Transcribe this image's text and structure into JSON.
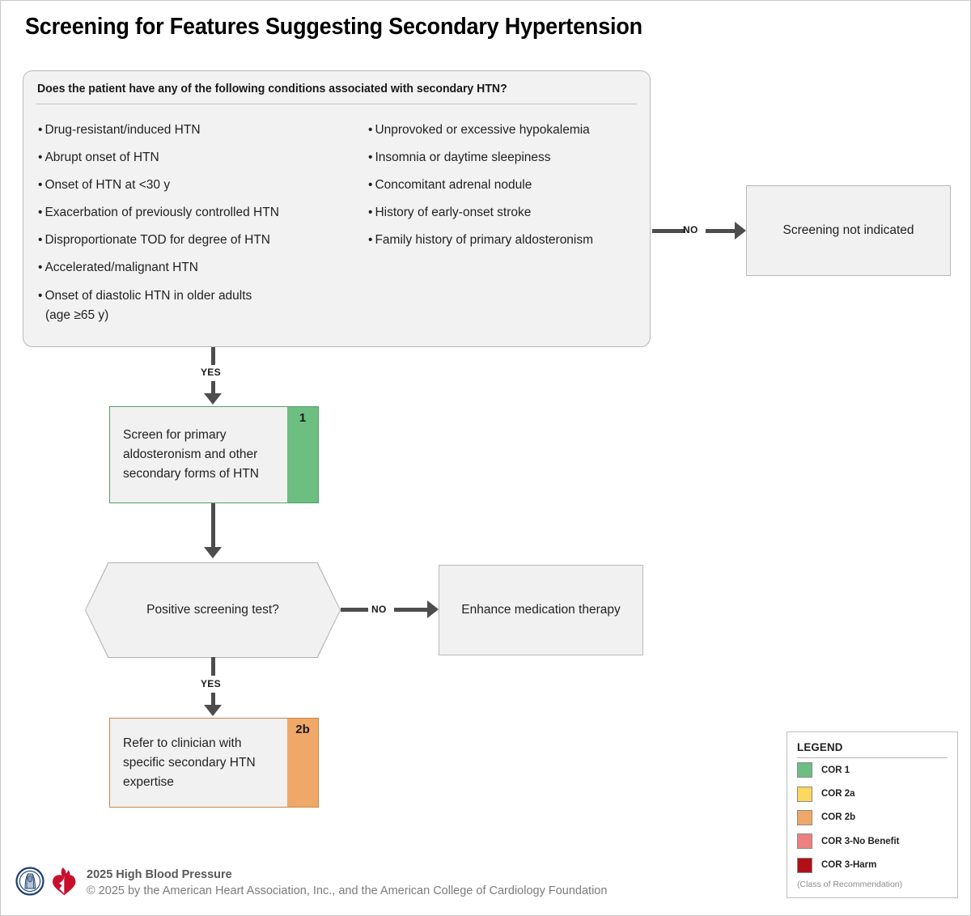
{
  "title": "Screening for Features Suggesting Secondary Hypertension",
  "question_panel": {
    "header": "Does the patient have any of the following conditions associated with secondary HTN?",
    "left_bullets": [
      "Drug-resistant/induced HTN",
      "Abrupt onset of HTN",
      "Onset of HTN at <30 y",
      "Exacerbation of previously controlled HTN",
      "Disproportionate TOD for degree of HTN",
      "Accelerated/malignant HTN"
    ],
    "left_wrapped_bullet": {
      "line1": "Onset of diastolic HTN in older adults",
      "line2": "(age ≥65 y)"
    },
    "right_bullets": [
      "Unprovoked or excessive hypokalemia",
      "Insomnia or daytime sleepiness",
      "Concomitant adrenal nodule",
      "History of early-onset stroke",
      "Family history of primary aldosteronism"
    ]
  },
  "nodes": {
    "screening_not_indicated": "Screening not indicated",
    "screen_primary_aldosteronism": "Screen for primary aldosteronism and other secondary forms of HTN",
    "screen_cor": "1",
    "positive_screening_test": "Positive screening test?",
    "enhance_medication_therapy": "Enhance medication therapy",
    "refer_to_clinician": "Refer to clinician with specific secondary HTN expertise",
    "refer_cor": "2b"
  },
  "edges": {
    "panel_no": "NO",
    "panel_yes": "YES",
    "hex_no": "NO",
    "hex_yes": "YES"
  },
  "legend": {
    "title": "LEGEND",
    "note": "(Class of Recommendation)",
    "items": [
      {
        "label": "COR 1",
        "color": "#6dbe81"
      },
      {
        "label": "COR 2a",
        "color": "#fbd85e"
      },
      {
        "label": "COR 2b",
        "color": "#f0a868"
      },
      {
        "label": "COR 3-No Benefit",
        "color": "#ee8080"
      },
      {
        "label": "COR 3-Harm",
        "color": "#b11116"
      }
    ]
  },
  "footer": {
    "line1": "2025 High Blood Pressure",
    "line2": "© 2025 by the American Heart Association, Inc., and the American College of Cardiology Foundation"
  },
  "colors": {
    "cor1_green": "#6dbe81",
    "cor2b_orange": "#f0a868",
    "connector": "#4d4d4d",
    "box_fill": "#f1f1f1",
    "panel_fill": "#f2f2f2"
  }
}
